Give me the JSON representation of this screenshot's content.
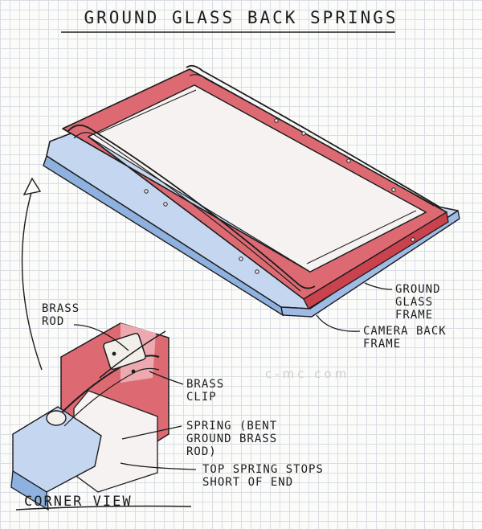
{
  "title": "GROUND GLASS BACK SPRINGS",
  "labels": {
    "ground_glass_frame": [
      "GROUND",
      "GLASS",
      "FRAME"
    ],
    "camera_back_frame": [
      "CAMERA BACK",
      "FRAME"
    ],
    "brass_rod": [
      "BRASS",
      "ROD"
    ],
    "brass_clip": [
      "BRASS",
      "CLIP"
    ],
    "spring": [
      "SPRING (BENT",
      "GROUND BRASS",
      "ROD)"
    ],
    "top_spring": [
      "TOP SPRING STOPS",
      "SHORT OF END"
    ],
    "corner_view": "CORNER VIEW"
  },
  "watermark": "c-mc.com",
  "colors": {
    "ink": "#1c1c1c",
    "red_frame": "#d9555f",
    "light_red": "#ecaab0",
    "blue_frame": "#8fb1df",
    "light_blue": "#c4d6f0",
    "grid": "#d9dde4"
  }
}
